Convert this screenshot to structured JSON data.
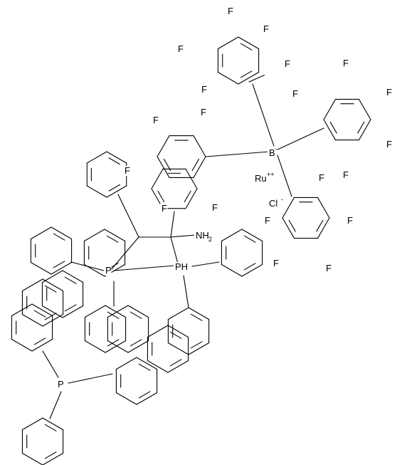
{
  "structure": {
    "labels": {
      "F": "F",
      "B": "B",
      "B_charge": "-",
      "Ru": "Ru",
      "Ru_charge": "++",
      "Cl": "Cl",
      "Cl_charge": "-",
      "P": "P",
      "PH": "PH",
      "NH2": "NH",
      "NH2_sub": "2"
    }
  }
}
